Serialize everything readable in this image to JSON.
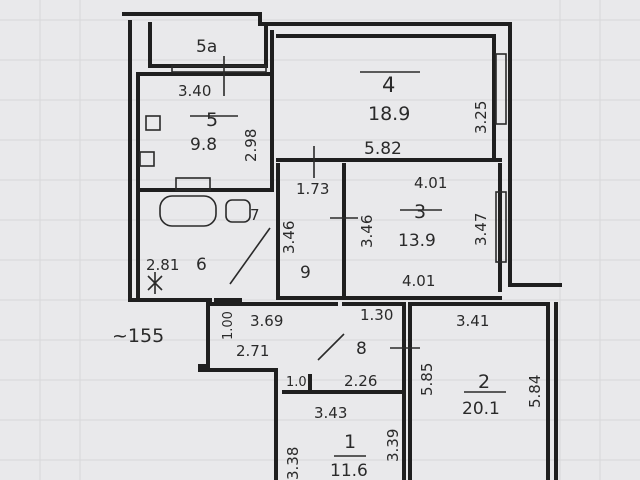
{
  "plan": {
    "rooms": [
      {
        "number": "5a",
        "area": null,
        "dims": [
          "3.40"
        ]
      },
      {
        "number": "5",
        "area": "9.8",
        "dims": [
          "2.98"
        ]
      },
      {
        "number": "4",
        "area": "18.9",
        "dims": [
          "5.82",
          "3.25"
        ]
      },
      {
        "number": "3",
        "area": "13.9",
        "dims": [
          "4.01",
          "4.01",
          "3.47",
          "3.46"
        ]
      },
      {
        "number": "9",
        "area": null,
        "dims": [
          "1.73",
          "3.46"
        ]
      },
      {
        "number": "6",
        "area": null,
        "dims": [
          "2.81"
        ]
      },
      {
        "number": "7",
        "area": null,
        "dims": []
      },
      {
        "number": "8",
        "area": "2.71",
        "dims": [
          "3.69",
          "1.30",
          "2.26",
          "1.00",
          "1.0"
        ]
      },
      {
        "number": "2",
        "area": "20.1",
        "dims": [
          "3.41",
          "5.85",
          "5.84"
        ]
      },
      {
        "number": "1",
        "area": "11.6",
        "dims": [
          "3.43",
          "3.38",
          "3.39"
        ]
      }
    ],
    "outside_note": "~155"
  }
}
